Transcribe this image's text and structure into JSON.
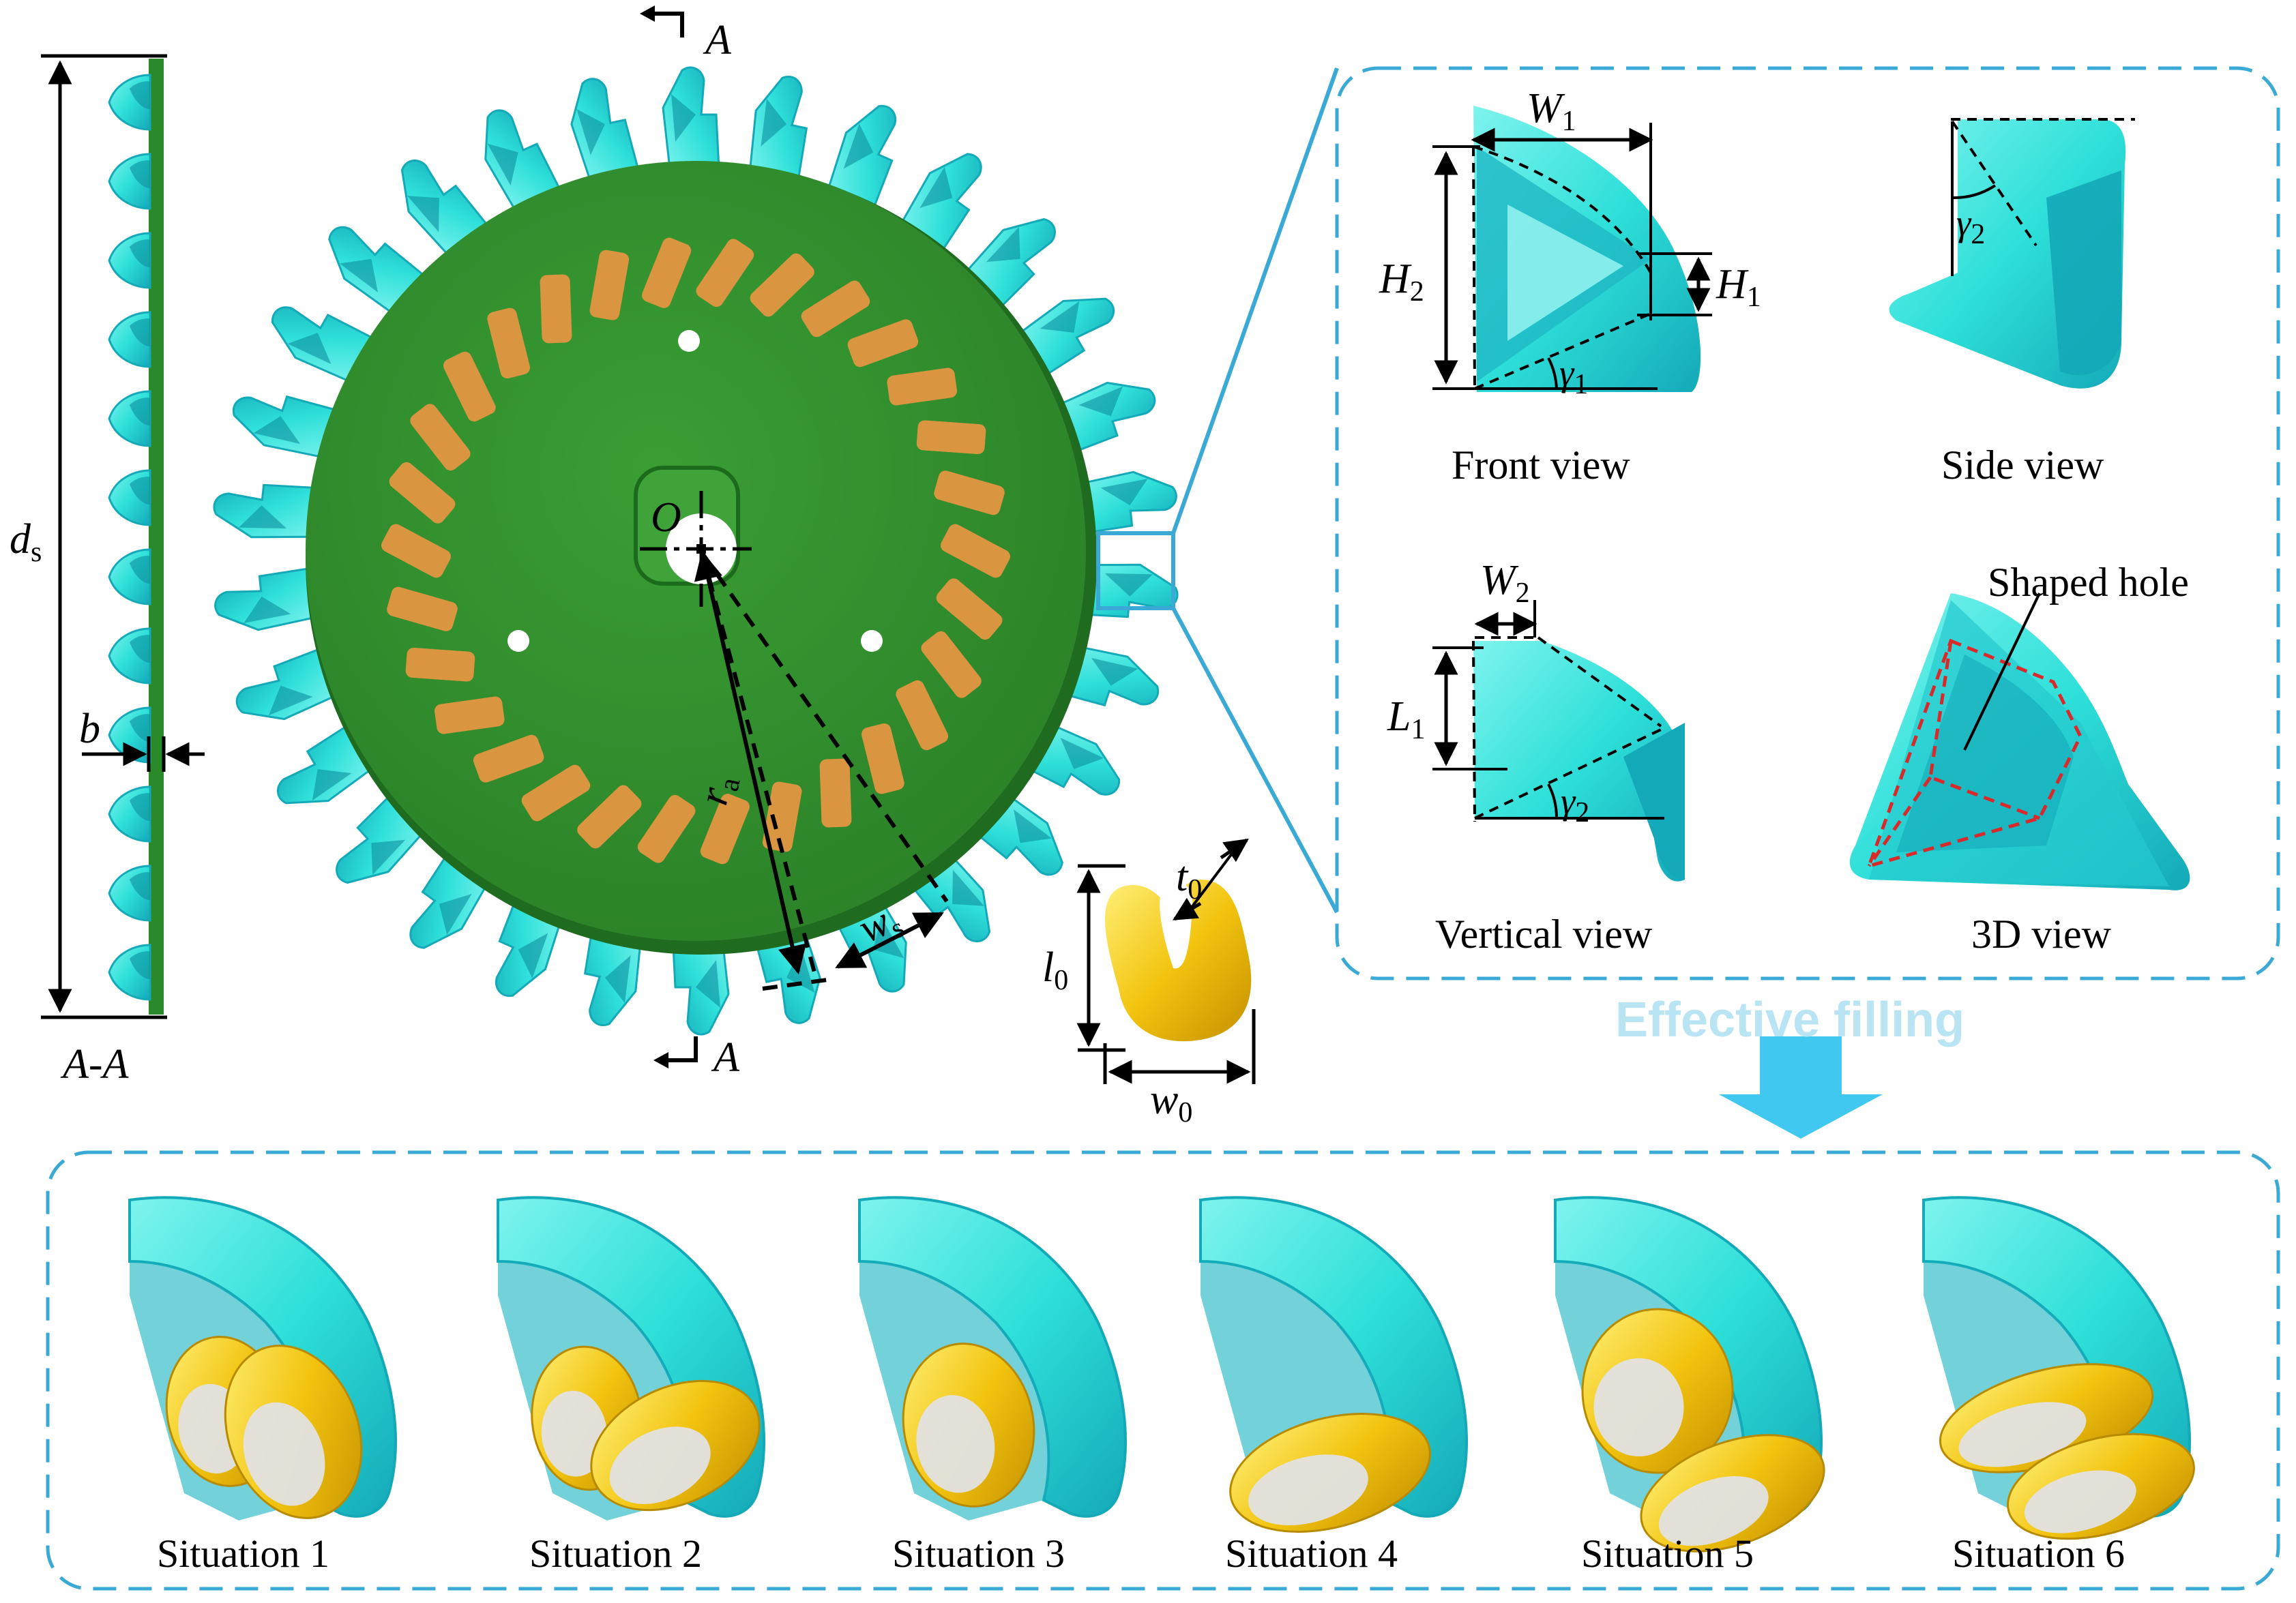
{
  "labels": {
    "section_a": "A",
    "section_a_bottom": "A",
    "section_aa": "A-A",
    "ds_main": "d",
    "ds_sub": "s",
    "b": "b",
    "center_o": "O",
    "ra_main": "r",
    "ra_sub": "a",
    "ws_main": "w",
    "ws_sub": "s",
    "t0_main": "t",
    "t0_sub": "0",
    "l0_main": "l",
    "l0_sub": "0",
    "w0_main": "w",
    "w0_sub": "0",
    "W1_main": "W",
    "W1_sub": "1",
    "H1_main": "H",
    "H1_sub": "1",
    "H2_main": "H",
    "H2_sub": "2",
    "g1_main": "γ",
    "g1_sub": "1",
    "g2s_main": "γ",
    "g2s_sub": "2",
    "W2_main": "W",
    "W2_sub": "2",
    "L1_main": "L",
    "L1_sub": "1",
    "g2v_main": "γ",
    "g2v_sub": "2",
    "front_view": "Front view",
    "side_view": "Side view",
    "vertical_view": "Vertical view",
    "view_3d": "3D view",
    "shaped_hole": "Shaped hole",
    "effective_filling": "Effective filling"
  },
  "situations": [
    "Situation 1",
    "Situation 2",
    "Situation 3",
    "Situation 4",
    "Situation 5",
    "Situation 6"
  ],
  "colors": {
    "disc": "#2e8b2e",
    "disc_dark": "#1f6b1f",
    "cell": "#d9953f",
    "tooth": "#2ee0d9",
    "tooth_dark": "#14a9b8",
    "seed_yellow": "#f2c40f",
    "seed_white": "#e2e2e2",
    "panel_border": "#3aa9d6",
    "effective_text": "#b9e4f4",
    "arrow": "#40c8f0"
  },
  "disc": {
    "tooth_count": 30,
    "cell_count": 30
  }
}
